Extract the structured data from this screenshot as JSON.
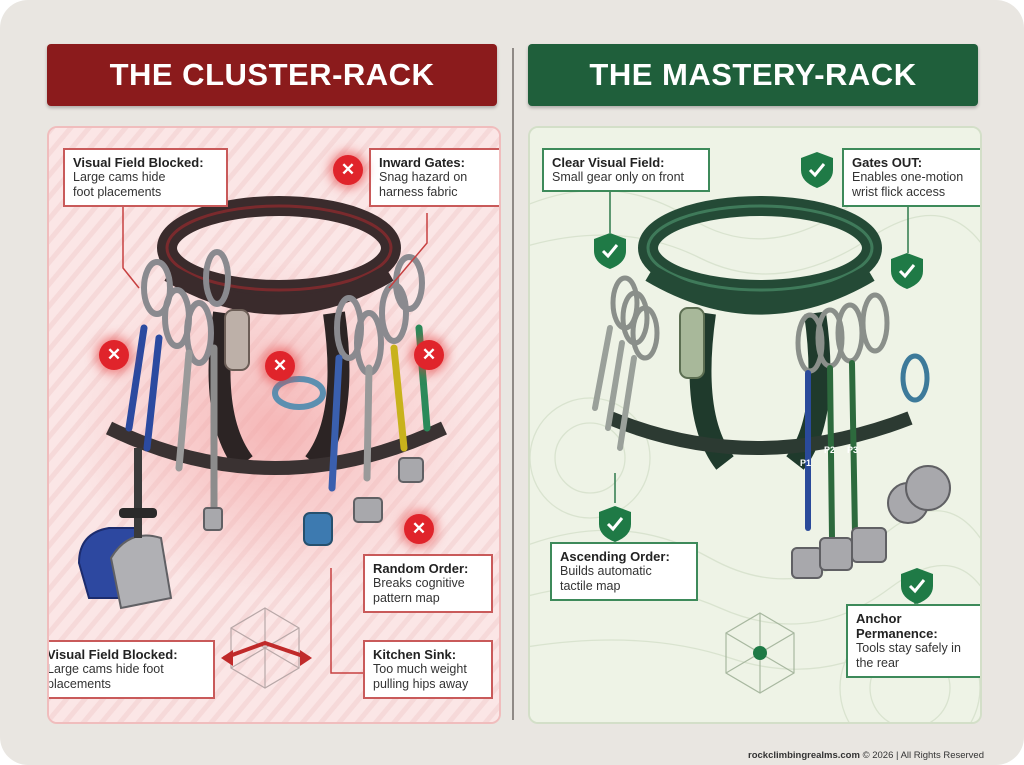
{
  "left": {
    "banner": "THE CLUSTER-RACK",
    "callouts": [
      {
        "title": "Visual Field Blocked:",
        "desc": [
          "Large cams hide",
          "foot placements"
        ]
      },
      {
        "title": "Inward Gates:",
        "desc": [
          "Snag hazard on",
          "harness fabric"
        ]
      },
      {
        "title": "Random Order:",
        "desc": [
          "Breaks cognitive",
          "pattern map"
        ]
      },
      {
        "title": "Visual Field Blocked:",
        "desc": [
          "Large cams hide foot",
          "placements"
        ]
      },
      {
        "title": "Kitchen Sink:",
        "desc": [
          "Too much weight",
          "pulling hips away"
        ]
      }
    ],
    "badge_symbol": "✕"
  },
  "right": {
    "banner": "THE MASTERY-RACK",
    "callouts": [
      {
        "title": "Clear Visual Field:",
        "desc": [
          "Small gear only on front"
        ]
      },
      {
        "title": "Gates OUT:",
        "desc": [
          "Enables one-motion",
          "wrist flick access"
        ]
      },
      {
        "title": "Ascending Order:",
        "desc": [
          "Builds automatic",
          "tactile map"
        ]
      },
      {
        "title": "Anchor Permanence:",
        "desc": [
          "Tools stay safely in",
          "the rear"
        ]
      }
    ],
    "cam_labels": [
      "P1",
      "P2",
      "P3"
    ]
  },
  "footer": {
    "site": "rockclimbingrealms.com",
    "rest": "© 2026 | All Rights Reserved"
  },
  "colors": {
    "red_banner": "#8b1b1c",
    "green_banner": "#1f5f3b",
    "red_accent": "#e0242b",
    "green_accent": "#1f7a46"
  }
}
